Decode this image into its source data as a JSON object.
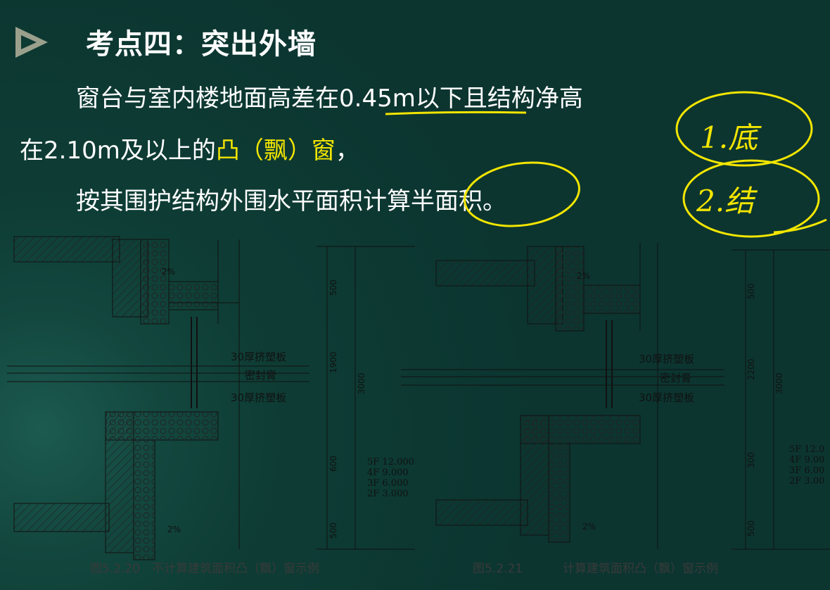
{
  "slide": {
    "title": "考点四：突出外墙",
    "line1_a": "窗台与室内楼地面高差在",
    "line1_b": "0.45m以下",
    "line1_c": "且结构净高",
    "line2_a": "在2.10m及以上的",
    "line2_hl": "凸（飘）窗",
    "line2_b": "，",
    "line3": "按其围护结构外围水平面积计算半面积。"
  },
  "notes": {
    "note1": "1.底",
    "note2": "2.结"
  },
  "figure_left": {
    "caption": "图5.2.20　不计算建筑面积凸（飘）窗示例",
    "label_board_top": "30厚挤塑板",
    "label_seal": "密封膏",
    "label_board_bottom": "30厚挤塑板",
    "dim_total": "3000",
    "dim_1": "500",
    "dim_2": "1900",
    "dim_3": "600",
    "dim_4": "500",
    "slope_top": "2%",
    "slope_bottom": "2%",
    "elevations": [
      "5F  12.000",
      "4F    9.000",
      "3F    6.000",
      "2F    3.000"
    ]
  },
  "figure_right": {
    "caption_num": "图5.2.21",
    "caption_text": "计算建筑面积凸（飘）窗示例",
    "label_board_top": "30厚挤塑板",
    "label_seal": "密封膏",
    "label_board_bottom": "30厚挤塑板",
    "dim_total": "3000",
    "dim_1": "500",
    "dim_2": "2200",
    "dim_3": "300",
    "dim_4": "500",
    "slope_top": "2%",
    "slope_bottom": "2%",
    "elevations": [
      "5F  12.0",
      "4F    9.00",
      "3F    6.00",
      "2F    3.00"
    ]
  },
  "colors": {
    "background": "#0d3a33",
    "highlight": "#f2e500",
    "annotation": "#f2e500",
    "paper": "#efefec"
  }
}
